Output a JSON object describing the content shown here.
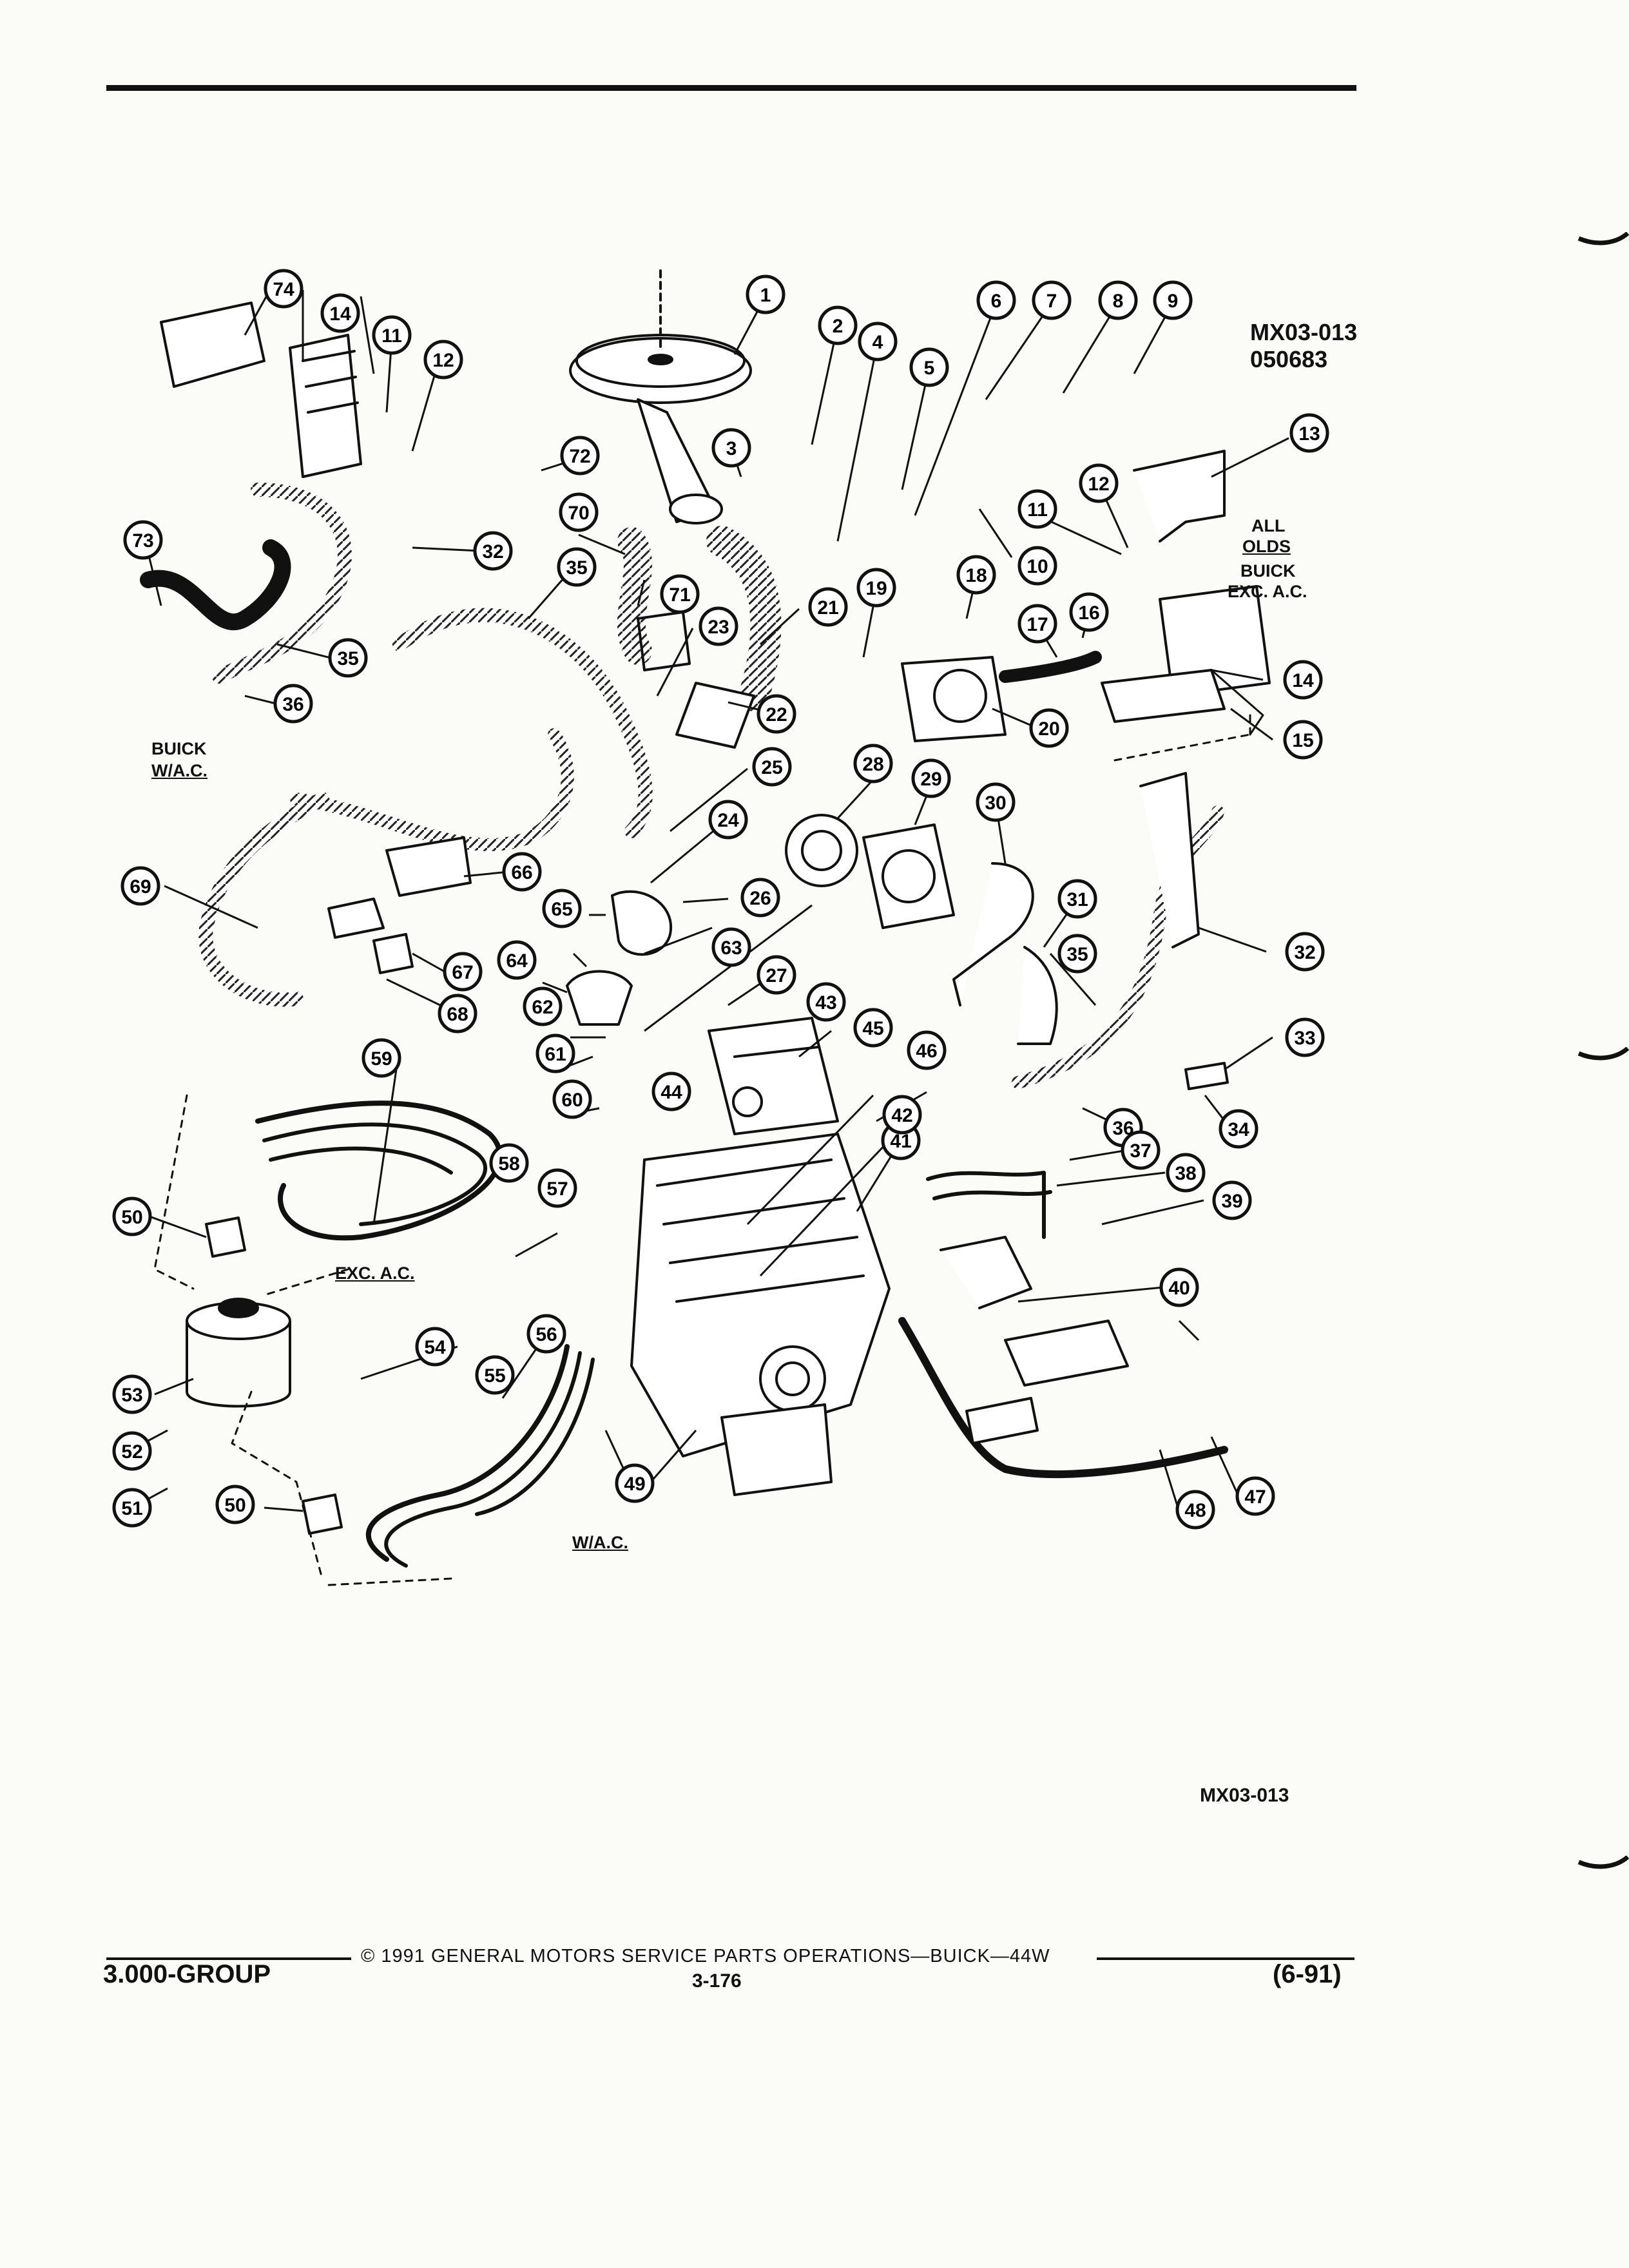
{
  "header": {
    "ref_code": "MX03-013",
    "date_code": "050683"
  },
  "notes": {
    "all": "ALL",
    "olds": "OLDS",
    "buick": "BUICK",
    "exc_ac": "EXC. A.C.",
    "buick_wac_1": "BUICK",
    "buick_wac_2": "W/A.C.",
    "exc_ac_lower": "EXC. A.C.",
    "wac_lower": "W/A.C."
  },
  "callouts": [
    "1",
    "2",
    "3",
    "4",
    "5",
    "6",
    "7",
    "8",
    "9",
    "10",
    "11",
    "12",
    "13",
    "14",
    "15",
    "16",
    "17",
    "18",
    "19",
    "20",
    "21",
    "22",
    "23",
    "24",
    "25",
    "26",
    "27",
    "28",
    "29",
    "30",
    "31",
    "32",
    "33",
    "34",
    "35",
    "36",
    "37",
    "38",
    "39",
    "40",
    "41",
    "42",
    "43",
    "44",
    "45",
    "46",
    "47",
    "48",
    "49",
    "50",
    "51",
    "52",
    "53",
    "54",
    "55",
    "56",
    "57",
    "58",
    "59",
    "60",
    "61",
    "62",
    "63",
    "64",
    "65",
    "66",
    "67",
    "68",
    "69",
    "70",
    "71",
    "72",
    "73",
    "74"
  ],
  "repeated_callouts": [
    "11",
    "12",
    "14",
    "32",
    "35",
    "36",
    "50"
  ],
  "bottom_ref": "MX03-013",
  "footer": {
    "credit": "© 1991 GENERAL MOTORS SERVICE PARTS OPERATIONS—BUICK—44W",
    "group": "3.000-GROUP",
    "page": "3-176",
    "date": "(6-91)"
  }
}
